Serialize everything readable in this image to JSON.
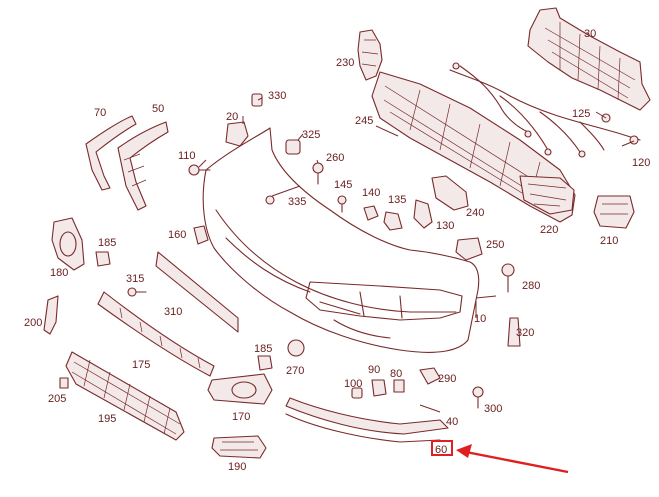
{
  "labels": {
    "p10": "10",
    "p20": "20",
    "p30": "30",
    "p40": "40",
    "p50": "50",
    "p60": "60",
    "p70": "70",
    "p80": "80",
    "p90": "90",
    "p100": "100",
    "p110": "110",
    "p120": "120",
    "p125": "125",
    "p130": "130",
    "p135": "135",
    "p140": "140",
    "p145": "145",
    "p160": "160",
    "p170": "170",
    "p175": "175",
    "p180": "180",
    "p185a": "185",
    "p185b": "185",
    "p190": "190",
    "p195": "195",
    "p200": "200",
    "p205": "205",
    "p210": "210",
    "p220": "220",
    "p230": "230",
    "p240": "240",
    "p245": "245",
    "p250": "250",
    "p260": "260",
    "p270": "270",
    "p280": "280",
    "p290": "290",
    "p300": "300",
    "p310": "310",
    "p315": "315",
    "p320": "320",
    "p325": "325",
    "p330": "330",
    "p335": "335"
  },
  "highlight": {
    "part_label": "60",
    "color": "#e02020"
  },
  "colors": {
    "line": "#7a2a2a",
    "label": "#6b2020",
    "background": "#ffffff"
  }
}
